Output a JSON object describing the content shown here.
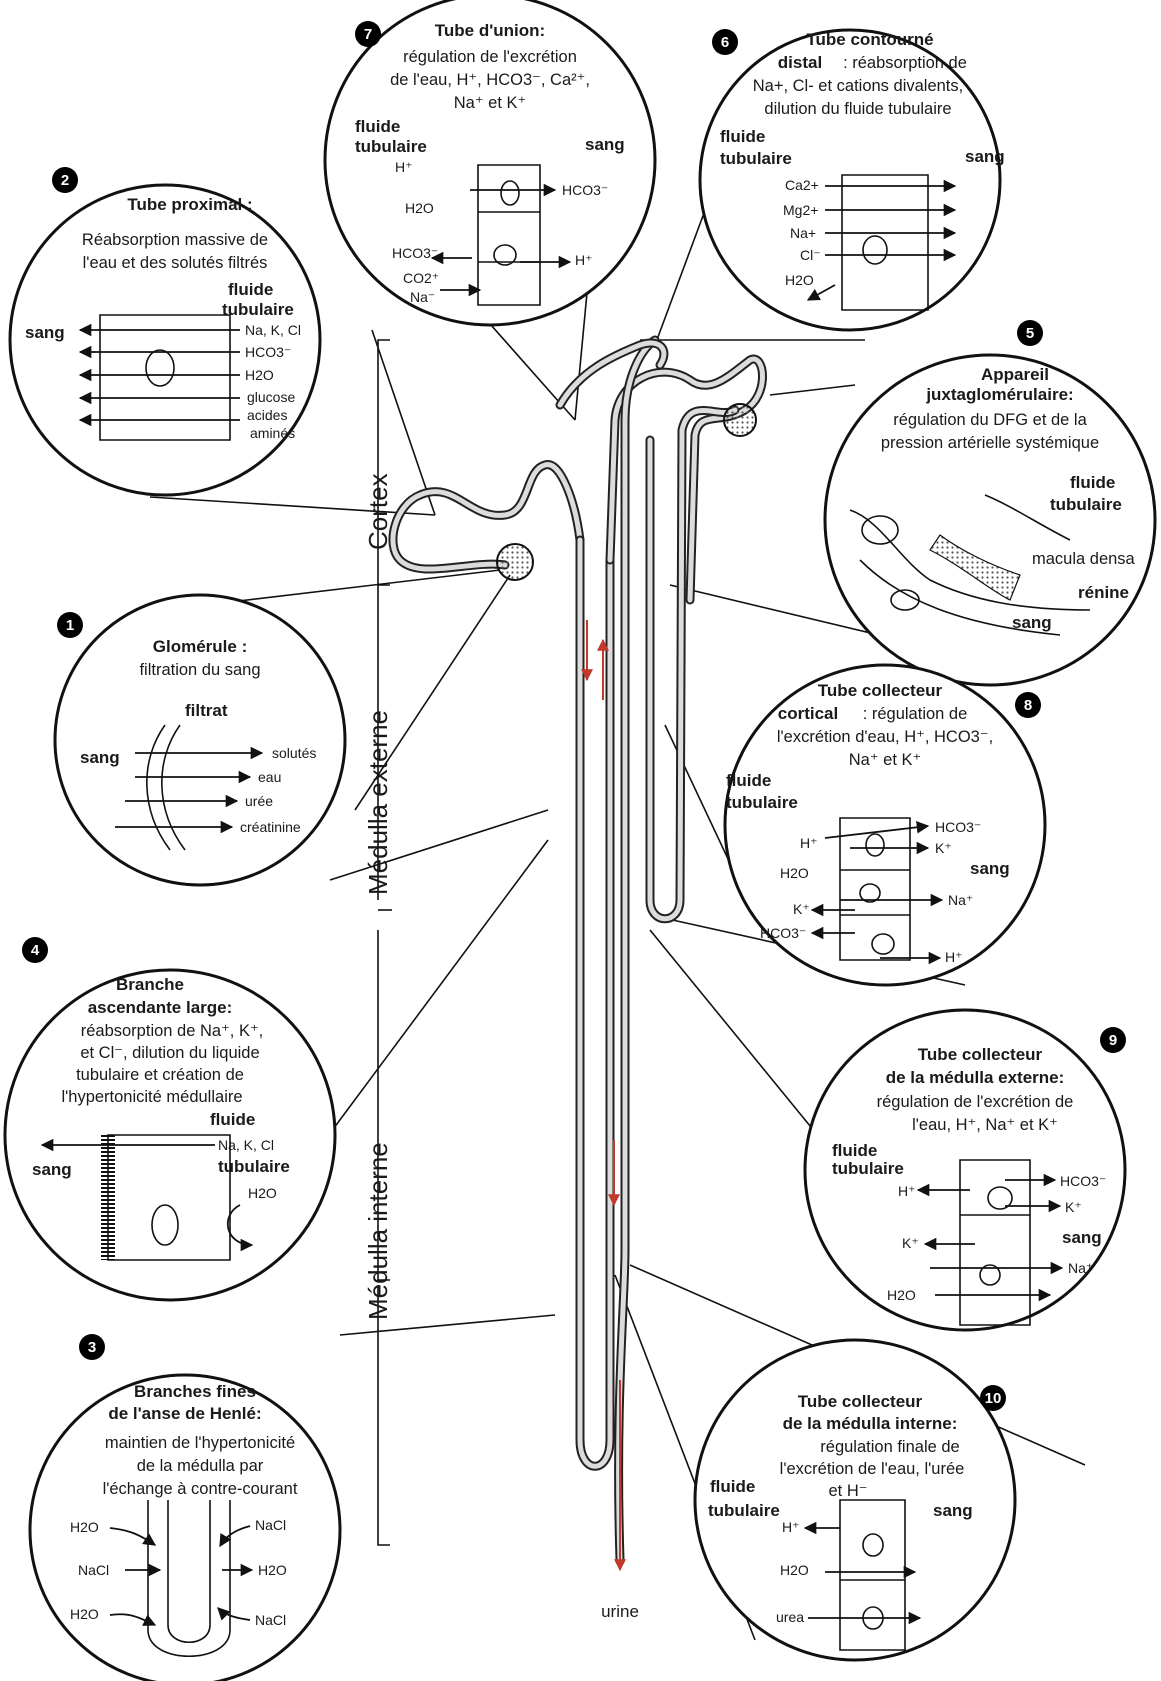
{
  "zones": {
    "cortex": "Cortex",
    "medulla_externe": "Médulla externe",
    "medulla_interne": "Médulla interne"
  },
  "common": {
    "fluide": "fluide",
    "tubulaire": "tubulaire",
    "fluide_tubulaire": "fluide tubulaire",
    "sang": "sang"
  },
  "segments": {
    "s1": {
      "number": "1",
      "title": "Glomérule :",
      "desc": [
        "filtration du sang"
      ],
      "labels": {
        "filtrat": "filtrat",
        "sang": "sang",
        "items": [
          "solutés",
          "eau",
          "urée",
          "créatinine"
        ]
      }
    },
    "s2": {
      "number": "2",
      "title": "Tube proximal :",
      "desc": [
        "Réabsorption massive de",
        "l'eau et des solutés filtrés"
      ],
      "items": [
        "Na, K, Cl",
        "HCO3⁻",
        "H2O",
        "glucose",
        "acides",
        "aminés"
      ]
    },
    "s3": {
      "number": "3",
      "title": [
        "Branches fines",
        "de l'anse de Henlé:"
      ],
      "desc": [
        "maintien de l'hypertonicité",
        "de la médulla par",
        "l'échange à contre-courant"
      ],
      "left": [
        "H2O",
        "NaCl",
        "H2O"
      ],
      "right": [
        "NaCl",
        "H2O",
        "NaCl"
      ]
    },
    "s4": {
      "number": "4",
      "title": [
        "Branche",
        "ascendante large:"
      ],
      "desc": [
        "réabsorption de Na⁺, K⁺,",
        "et Cl⁻, dilution du liquide",
        "tubulaire et création de",
        "l'hypertonicité médullaire"
      ],
      "items": [
        "Na, K, Cl",
        "H2O"
      ]
    },
    "s5": {
      "number": "5",
      "title": [
        "Appareil",
        "juxtaglomérulaire:"
      ],
      "desc": [
        "régulation du DFG et de la",
        "pression artérielle systémique"
      ],
      "labels": [
        "macula densa",
        "rénine"
      ]
    },
    "s6": {
      "number": "6",
      "title": [
        "Tube contourné",
        "distal"
      ],
      "desc": [
        ": réabsorption de",
        "Na+, Cl- et cations divalents,",
        "dilution du fluide tubulaire"
      ],
      "items": [
        "Ca2+",
        "Mg2+",
        "Na+",
        "Cl⁻",
        "H2O"
      ]
    },
    "s7": {
      "number": "7",
      "title": "Tube d'union:",
      "desc": [
        "régulation de l'excrétion",
        "de l'eau, H⁺, HCO3⁻, Ca²⁺,",
        "Na⁺ et K⁺"
      ],
      "items": [
        "H⁺",
        "H2O",
        "HCO3⁻",
        "CO2⁺",
        "Na⁻",
        "HCO3⁻",
        "H⁺"
      ]
    },
    "s8": {
      "number": "8",
      "title": [
        "Tube collecteur",
        "cortical"
      ],
      "desc": [
        ": régulation de",
        "l'excrétion d'eau, H⁺, HCO3⁻,",
        "Na⁺ et K⁺"
      ],
      "items": [
        "H⁺",
        "HCO3⁻",
        "K⁺",
        "H2O",
        "Na⁺",
        "K⁺",
        "HCO3⁻",
        "H⁺"
      ]
    },
    "s9": {
      "number": "9",
      "title": [
        "Tube collecteur",
        "de la médulla externe:"
      ],
      "desc": [
        "régulation de l'excrétion de",
        "l'eau, H⁺, Na⁺ et K⁺"
      ],
      "items": [
        "H⁺",
        "HCO3⁻",
        "K⁺",
        "K⁺",
        "Na⁺",
        "H2O"
      ]
    },
    "s10": {
      "number": "10",
      "title": [
        "Tube collecteur",
        "de la médulla interne:"
      ],
      "desc": [
        "régulation finale de",
        "l'excrétion de l'eau, l'urée",
        "et H⁻"
      ],
      "items": [
        "H⁺",
        "H2O",
        "urea"
      ]
    }
  },
  "urine": "urine",
  "colors": {
    "ink": "#111111",
    "arrow_red": "#c0392b",
    "tube_fill": "#dcdcdc"
  }
}
